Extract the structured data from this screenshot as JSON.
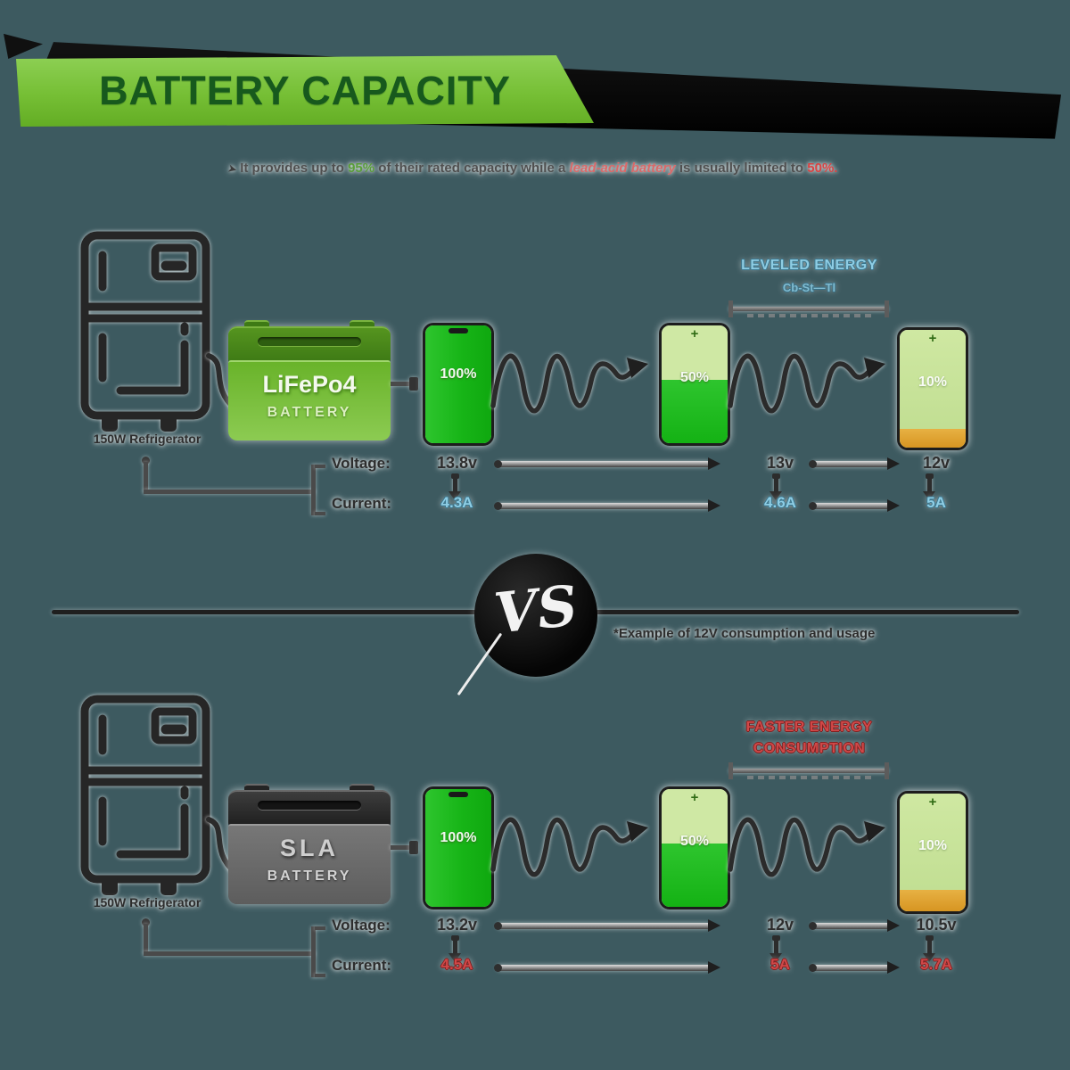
{
  "colors": {
    "background": "#3d5a60",
    "banner_green": "#76bf35",
    "title_green": "#17591d",
    "accent_blue": "#8ecde4",
    "accent_red": "#d04848",
    "battery_green": "#25bd25",
    "drained_green": "#cfe8a4",
    "warning_orange": "#dfa030",
    "lifepo4_green": "#6fb52e",
    "sla_gray": "#6b6b6b"
  },
  "icons": {
    "pointer": "➤",
    "plus": "+"
  },
  "header": {
    "title": "BATTERY CAPACITY"
  },
  "subtitle": {
    "prefix": "It provides up to ",
    "highlight_good": "95%",
    "middle": " of their rated capacity while a ",
    "lead_acid": "lead-acid battery",
    "tail": " is usually limited to ",
    "highlight_bad": "50%."
  },
  "vs": {
    "label": "VS",
    "note": "*Example of 12V consumption and usage"
  },
  "top": {
    "fridge_caption": "150W Refrigerator",
    "battery_name_line1": "LiFePo4",
    "battery_name_line2": "BATTERY",
    "stages": [
      "100%",
      "50%",
      "10%"
    ],
    "annotation": {
      "line1": "LEVELED ENERGY",
      "line2": "Cb-St—Tl"
    },
    "voltage_label": "Voltage:",
    "current_label": "Current:",
    "voltages": [
      "13.8v",
      "13v",
      "12v"
    ],
    "currents": [
      "4.3A",
      "4.6A",
      "5A"
    ]
  },
  "bottom": {
    "fridge_caption": "150W Refrigerator",
    "battery_name_line1": "SLA",
    "battery_name_line2": "BATTERY",
    "stages": [
      "100%",
      "50%",
      "10%"
    ],
    "annotation": {
      "line1": "FASTER ENERGY",
      "line2": "CONSUMPTION"
    },
    "voltage_label": "Voltage:",
    "current_label": "Current:",
    "voltages": [
      "13.2v",
      "12v",
      "10.5v"
    ],
    "currents": [
      "4.5A",
      "5A",
      "5.7A"
    ]
  }
}
